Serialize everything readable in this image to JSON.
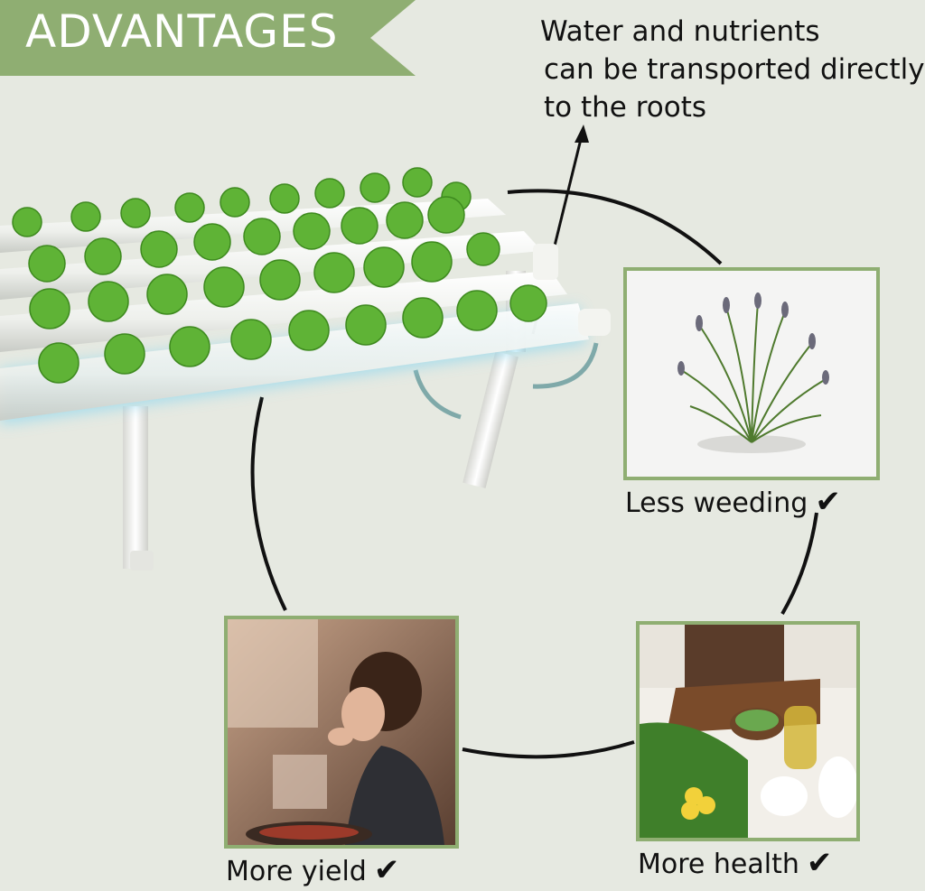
{
  "banner": {
    "title": "ADVANTAGES",
    "color": "#8fae72"
  },
  "callout": {
    "lines": [
      "Water and nutrients",
      "can be transported directly",
      "to the roots"
    ]
  },
  "cards": [
    {
      "caption": "Less weeding",
      "check": "✔",
      "photo_subject": "grass-tuft"
    },
    {
      "caption": "More health",
      "check": "✔",
      "photo_subject": "vegetables-kitchen"
    },
    {
      "caption": "More yield",
      "check": "✔",
      "photo_subject": "woman-tasting-food"
    }
  ],
  "colors": {
    "background": "#e6e9e1",
    "frame": "#8fae72",
    "water_glow": "#8fd8f0",
    "lettuce": "#5fb336"
  }
}
